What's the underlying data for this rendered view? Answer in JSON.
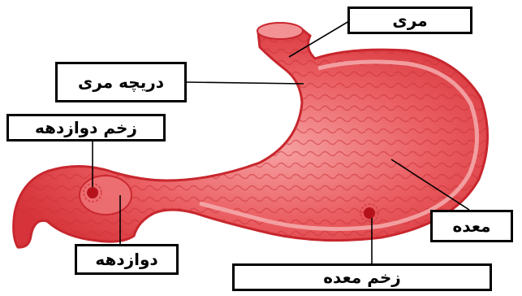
{
  "diagram": {
    "colors": {
      "stomach_fill": "#e4474b",
      "stomach_inner": "#f08a8c",
      "rugae": "#c72a31",
      "ulcer": "#b5121b",
      "leader": "#000000",
      "box_border": "#000000"
    },
    "labels": {
      "esophagus": "مری",
      "esophageal_valve": "دریچه مری",
      "duodenal_ulcer": "زخم دوازدهه",
      "duodenum": "دوازدهه",
      "stomach": "معده",
      "stomach_ulcer": "زخم معده"
    }
  }
}
